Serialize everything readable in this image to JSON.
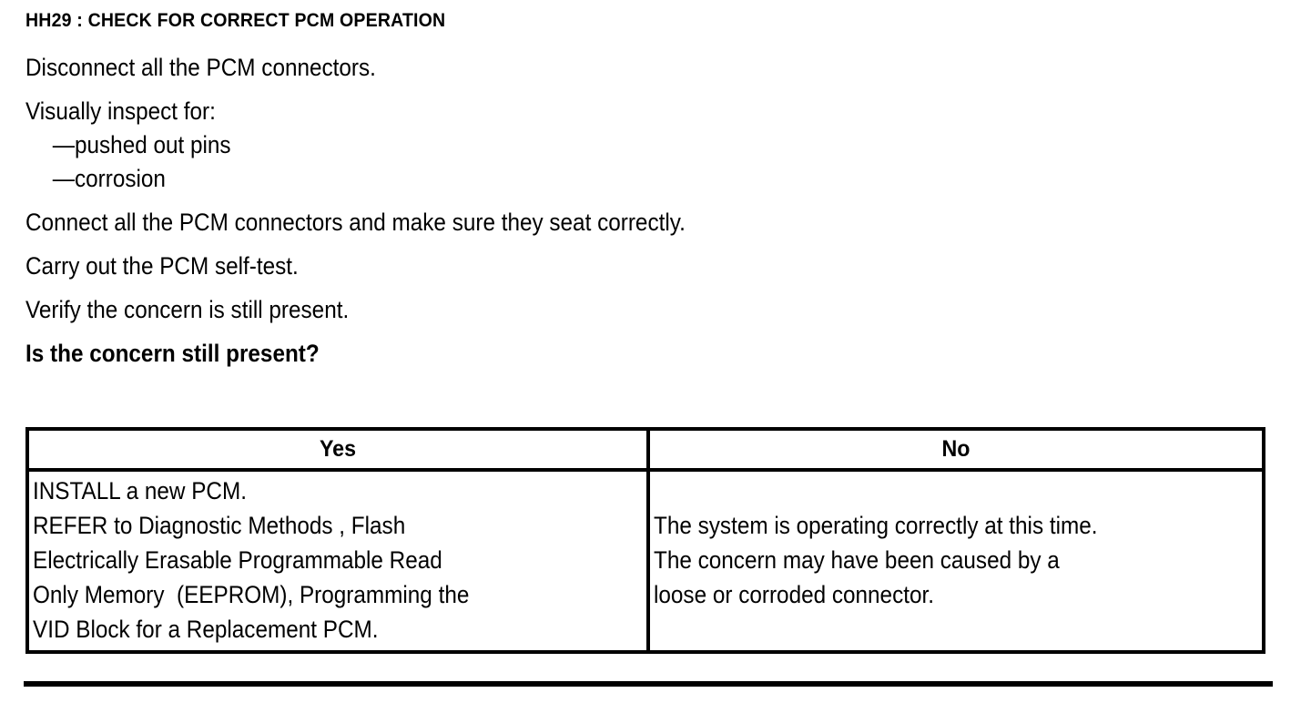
{
  "document": {
    "heading": "HH29 : CHECK FOR CORRECT PCM OPERATION",
    "steps": [
      {
        "text": "Disconnect all the PCM connectors.",
        "style": "normal",
        "indent": false,
        "spaced": true
      },
      {
        "text": "Visually inspect for:",
        "style": "normal",
        "indent": false,
        "spaced": true
      },
      {
        "text": "—pushed out pins",
        "style": "normal",
        "indent": true,
        "spaced": false
      },
      {
        "text": "—corrosion",
        "style": "normal",
        "indent": true,
        "spaced": false
      },
      {
        "text": "Connect all the PCM connectors and make sure they seat correctly.",
        "style": "normal",
        "indent": false,
        "spaced": true
      },
      {
        "text": "Carry out the PCM self-test.",
        "style": "normal",
        "indent": false,
        "spaced": true
      },
      {
        "text": "Verify the concern is still present.",
        "style": "normal",
        "indent": false,
        "spaced": true
      },
      {
        "text": "Is the concern still present?",
        "style": "bold",
        "indent": false,
        "spaced": true
      }
    ],
    "decision_table": {
      "headers": [
        "Yes",
        "No"
      ],
      "yes_cell_lines": [
        "INSTALL a new PCM.",
        "REFER to Diagnostic Methods , Flash",
        "Electrically Erasable Programmable Read",
        "Only Memory  (EEPROM), Programming the",
        "VID Block for a Replacement PCM."
      ],
      "no_cell_lines": [
        "The system is operating correctly at this time.",
        "The concern may have been caused by a",
        "loose or corroded connector."
      ]
    },
    "colors": {
      "text": "#000000",
      "background": "#ffffff",
      "rule": "#000000"
    }
  }
}
